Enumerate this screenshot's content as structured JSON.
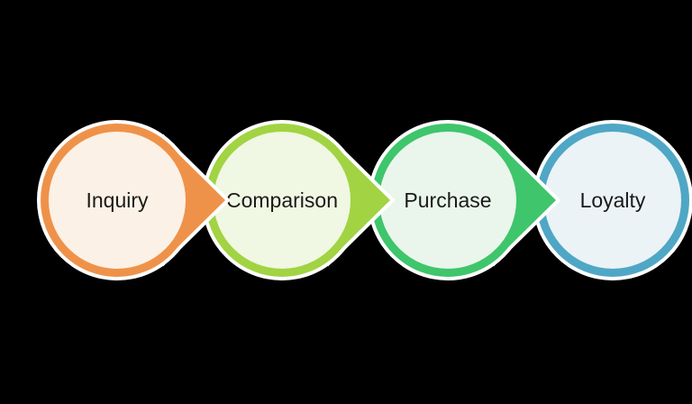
{
  "diagram": {
    "type": "process-flow",
    "background_color": "#000000",
    "outline_color": "#ffffff",
    "text_color": "#1a1a1a",
    "stages": [
      {
        "label": "Inquiry",
        "ring_color": "#EF9249",
        "fill_color": "#FCF1E6",
        "arrow": true
      },
      {
        "label": "Comparison",
        "ring_color": "#A2D343",
        "fill_color": "#F0F7E3",
        "arrow": true
      },
      {
        "label": "Purchase",
        "ring_color": "#3FC56B",
        "fill_color": "#EAF6EC",
        "arrow": true
      },
      {
        "label": "Loyalty",
        "ring_color": "#4FA7C5",
        "fill_color": "#EBF3F6",
        "arrow": false
      }
    ]
  }
}
